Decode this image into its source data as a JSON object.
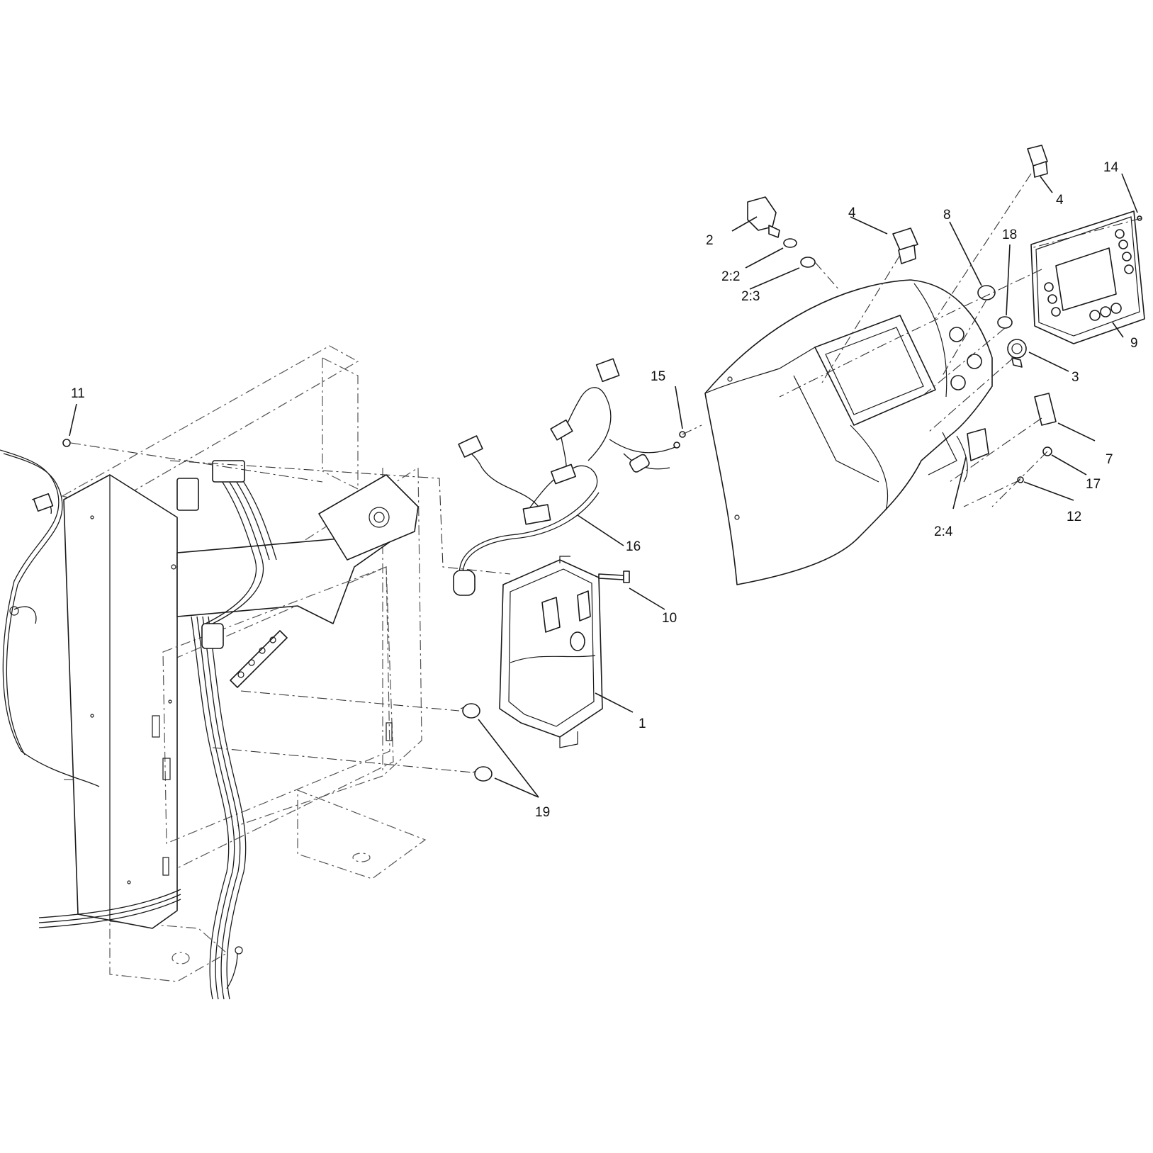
{
  "callouts": {
    "c1": "1",
    "c2": "2",
    "c2_2": "2:2",
    "c2_3": "2:3",
    "c2_4": "2:4",
    "c3": "3",
    "c4a": "4",
    "c4b": "4",
    "c7": "7",
    "c8": "8",
    "c9": "9",
    "c10": "10",
    "c11": "11",
    "c12": "12",
    "c14": "14",
    "c15": "15",
    "c16": "16",
    "c17": "17",
    "c18": "18",
    "c19": "19"
  }
}
